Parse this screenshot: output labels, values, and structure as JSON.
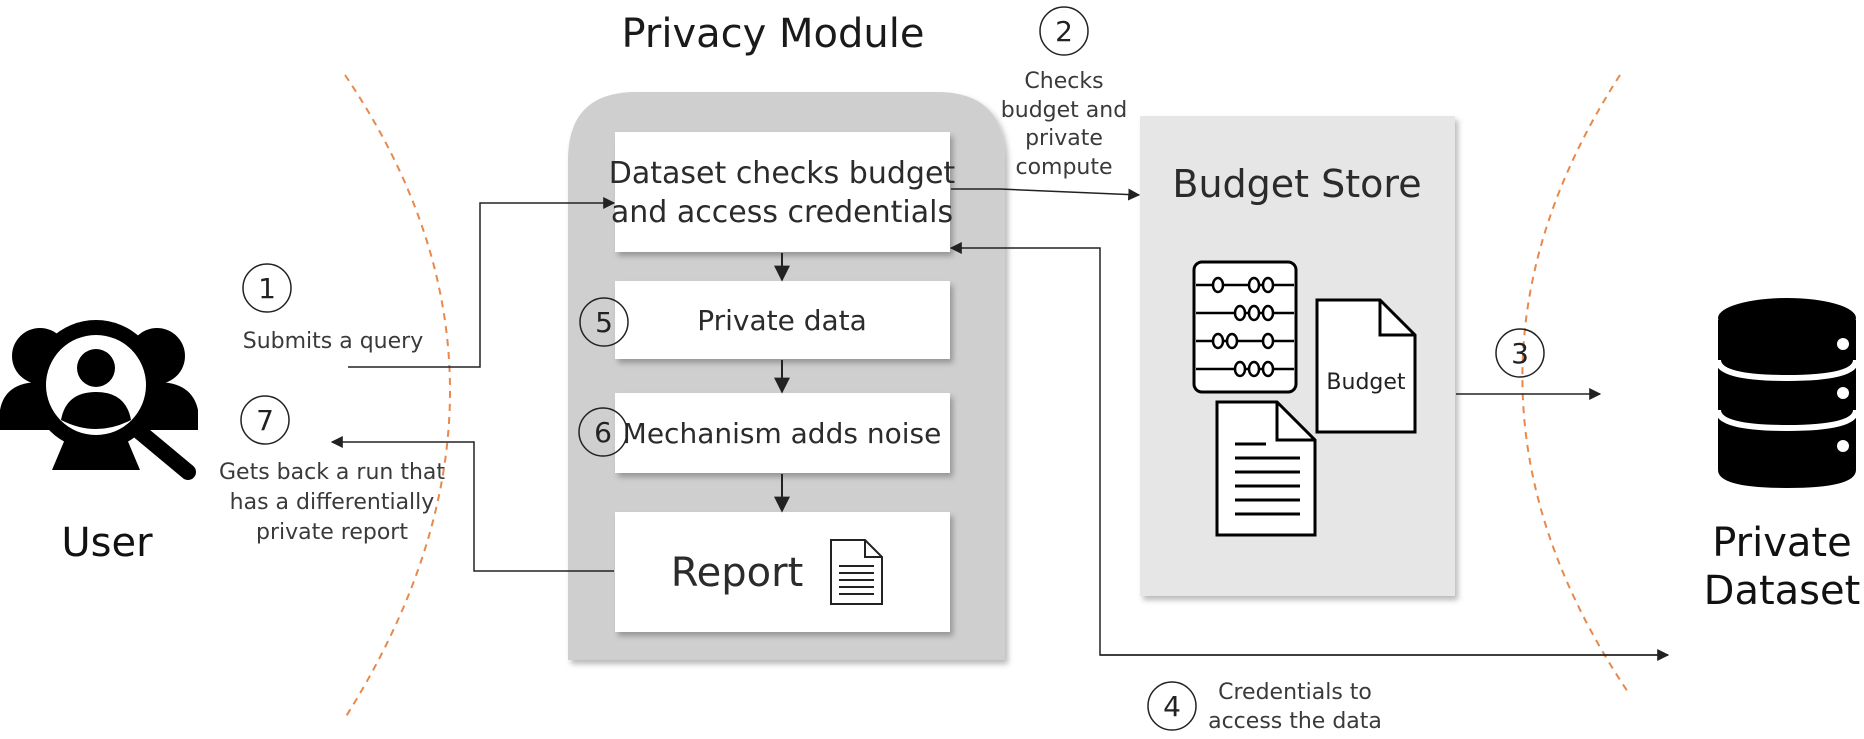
{
  "title": "Privacy Module",
  "actors": {
    "user": "User",
    "dataset_line1": "Private",
    "dataset_line2": "Dataset"
  },
  "module_boxes": {
    "check_line1": "Dataset checks budget",
    "check_line2": "and access credentials",
    "private_data": "Private data",
    "mechanism": "Mechanism adds noise",
    "report": "Report"
  },
  "budget_store": {
    "title": "Budget Store",
    "doc_label": "Budget"
  },
  "steps": [
    {
      "num": "1",
      "lines": [
        "Submits a query"
      ]
    },
    {
      "num": "2",
      "lines": [
        "Checks",
        "budget and",
        "private",
        "compute"
      ]
    },
    {
      "num": "3",
      "lines": []
    },
    {
      "num": "4",
      "lines": [
        "Credentials to",
        "access the data"
      ]
    },
    {
      "num": "5",
      "lines": []
    },
    {
      "num": "6",
      "lines": []
    },
    {
      "num": "7",
      "lines": [
        "Gets back a run that",
        "has a differentially",
        "private report"
      ]
    }
  ],
  "colors": {
    "boundary": "#e8884a",
    "module_bg": "#cfcfcf",
    "store_bg": "#e6e6e6",
    "box_bg": "#ffffff",
    "line": "#222222"
  },
  "icons": {
    "user": "user-search-icon",
    "dataset": "database-icon",
    "abacus": "abacus-icon",
    "budget_doc": "budget-document-icon",
    "text_doc": "text-document-icon",
    "report_doc": "report-document-icon"
  }
}
